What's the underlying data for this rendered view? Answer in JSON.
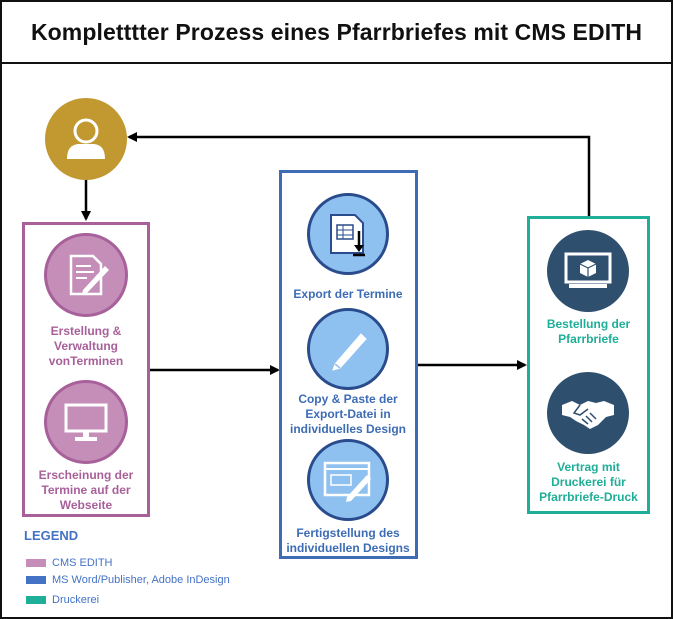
{
  "title": "Kompletttter Prozess eines Pfarrbriefes mit CMS EDITH",
  "colors": {
    "purple": "#a8609a",
    "purple_fill": "#c48eb9",
    "blue": "#3d6cb5",
    "blue_fill": "#8fc1f0",
    "teal": "#1fae97",
    "navy": "#2f4f6f",
    "gold": "#c29830"
  },
  "icons": {
    "user": "user-icon",
    "document_edit": "document-edit-icon",
    "monitor": "monitor-icon",
    "export": "export-icon",
    "pen": "pen-icon",
    "window_edit": "window-edit-icon",
    "monitor_box": "monitor-box-icon",
    "handshake": "handshake-icon"
  },
  "cms": {
    "step1": "Erstellung & Verwaltung vonTerminen",
    "step2": "Erscheinung der Termine auf der Webseite"
  },
  "ms": {
    "step1": "Export der Termine",
    "step2": "Copy & Paste der Export-Datei in individuelles Design",
    "step3": "Fertigstellung des individuellen Designs"
  },
  "druck": {
    "step1": "Bestellung der Pfarrbriefe",
    "step2": "Vertrag mit Druckerei für Pfarrbriefe-Druck"
  },
  "legend": {
    "title": "LEGEND",
    "items": [
      "CMS EDITH",
      "MS Word/Publisher, Adobe InDesign",
      "Druckerei"
    ]
  }
}
